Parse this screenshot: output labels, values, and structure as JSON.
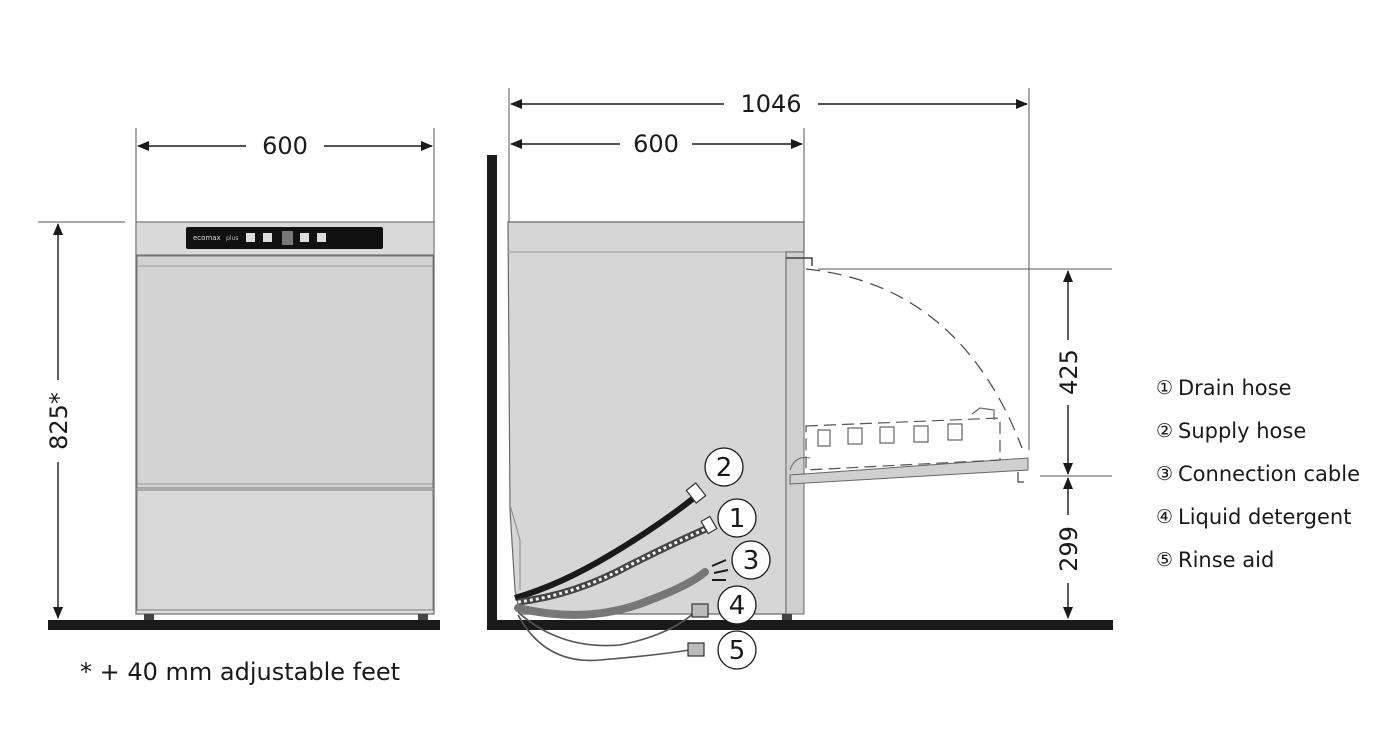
{
  "front_view": {
    "width_label": "600",
    "height_label": "825*",
    "panel_brand": "ecomax",
    "panel_model": "plus"
  },
  "side_view": {
    "total_depth_label": "1046",
    "depth_label": "600",
    "door_height_label": "425",
    "door_base_label": "299",
    "callouts": [
      "2",
      "1",
      "3",
      "4",
      "5"
    ]
  },
  "legend": [
    {
      "number": "①",
      "label": "Drain hose"
    },
    {
      "number": "②",
      "label": "Supply hose"
    },
    {
      "number": "③",
      "label": "Connection cable"
    },
    {
      "number": "④",
      "label": "Liquid detergent"
    },
    {
      "number": "⑤",
      "label": "Rinse aid"
    }
  ],
  "footnote": "* + 40 mm adjustable feet",
  "colors": {
    "line": "#1a1a1a",
    "body_fill": "#d6d6d6",
    "floor": "#1a1a1a",
    "control_panel": "#111111"
  }
}
